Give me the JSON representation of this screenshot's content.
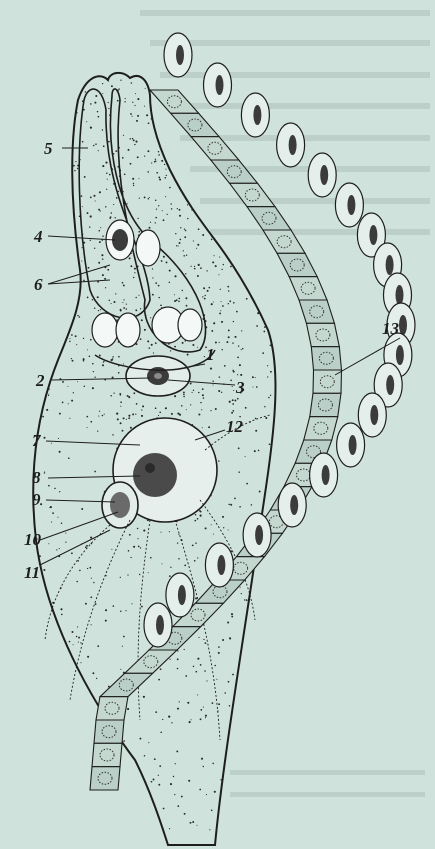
{
  "figure": {
    "background_color": "#cfe3dc",
    "ink_color": "#1e1e1e",
    "stipple_color": "#2a2a2a",
    "nucleus_color": "#3b3b3b"
  },
  "labels": {
    "l1": "1",
    "l2": "2",
    "l3": "3",
    "l4": "4",
    "l5": "5",
    "l6": "6",
    "l7": "7",
    "l8": "8",
    "l9": "9",
    "l10": "10",
    "l11": "11",
    "l12": "12",
    "l13": "13"
  }
}
